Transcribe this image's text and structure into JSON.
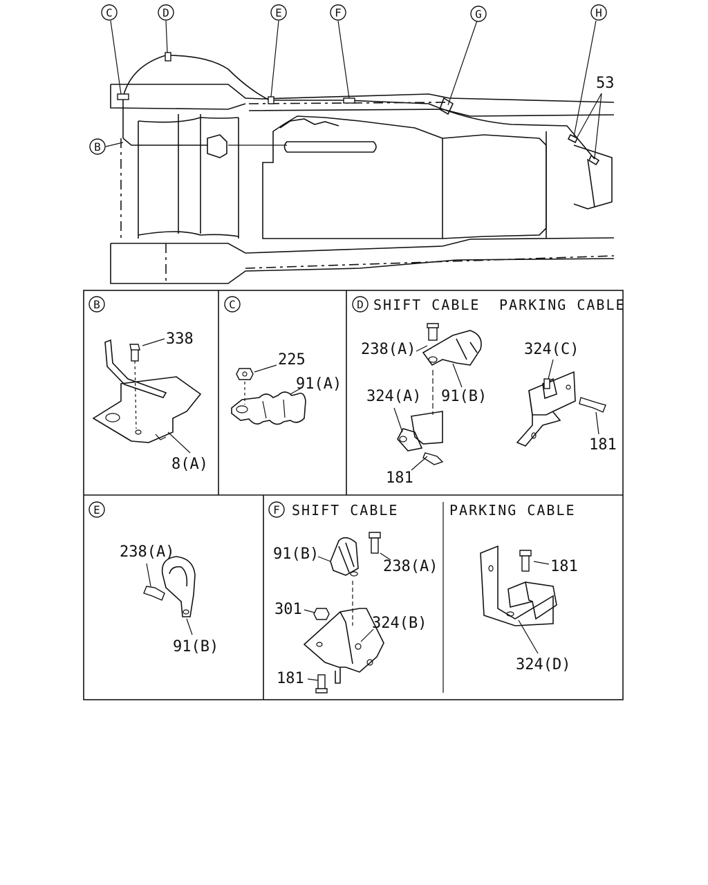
{
  "callouts": {
    "B": "B",
    "C": "C",
    "D": "D",
    "E": "E",
    "F": "F",
    "G": "G",
    "H": "H"
  },
  "overview": {
    "part_53": "53"
  },
  "panel_b": {
    "letter": "B",
    "p338": "338",
    "p8a": "8(A)"
  },
  "panel_c": {
    "letter": "C",
    "p225": "225",
    "p91a": "91(A)"
  },
  "panel_d": {
    "letter": "D",
    "shift_title": "SHIFT CABLE",
    "parking_title": "PARKING CABLE",
    "p238a": "238(A)",
    "p91b": "91(B)",
    "p324a": "324(A)",
    "p181_left": "181",
    "p324c": "324(C)",
    "p181_right": "181"
  },
  "panel_e": {
    "letter": "E",
    "p238a": "238(A)",
    "p91b": "91(B)"
  },
  "panel_f": {
    "letter": "F",
    "shift_title": "SHIFT CABLE",
    "parking_title": "PARKING CABLE",
    "p91b": "91(B)",
    "p238a": "238(A)",
    "p301": "301",
    "p324b": "324(B)",
    "p181_left": "181",
    "p181_right": "181",
    "p324d": "324(D)"
  }
}
